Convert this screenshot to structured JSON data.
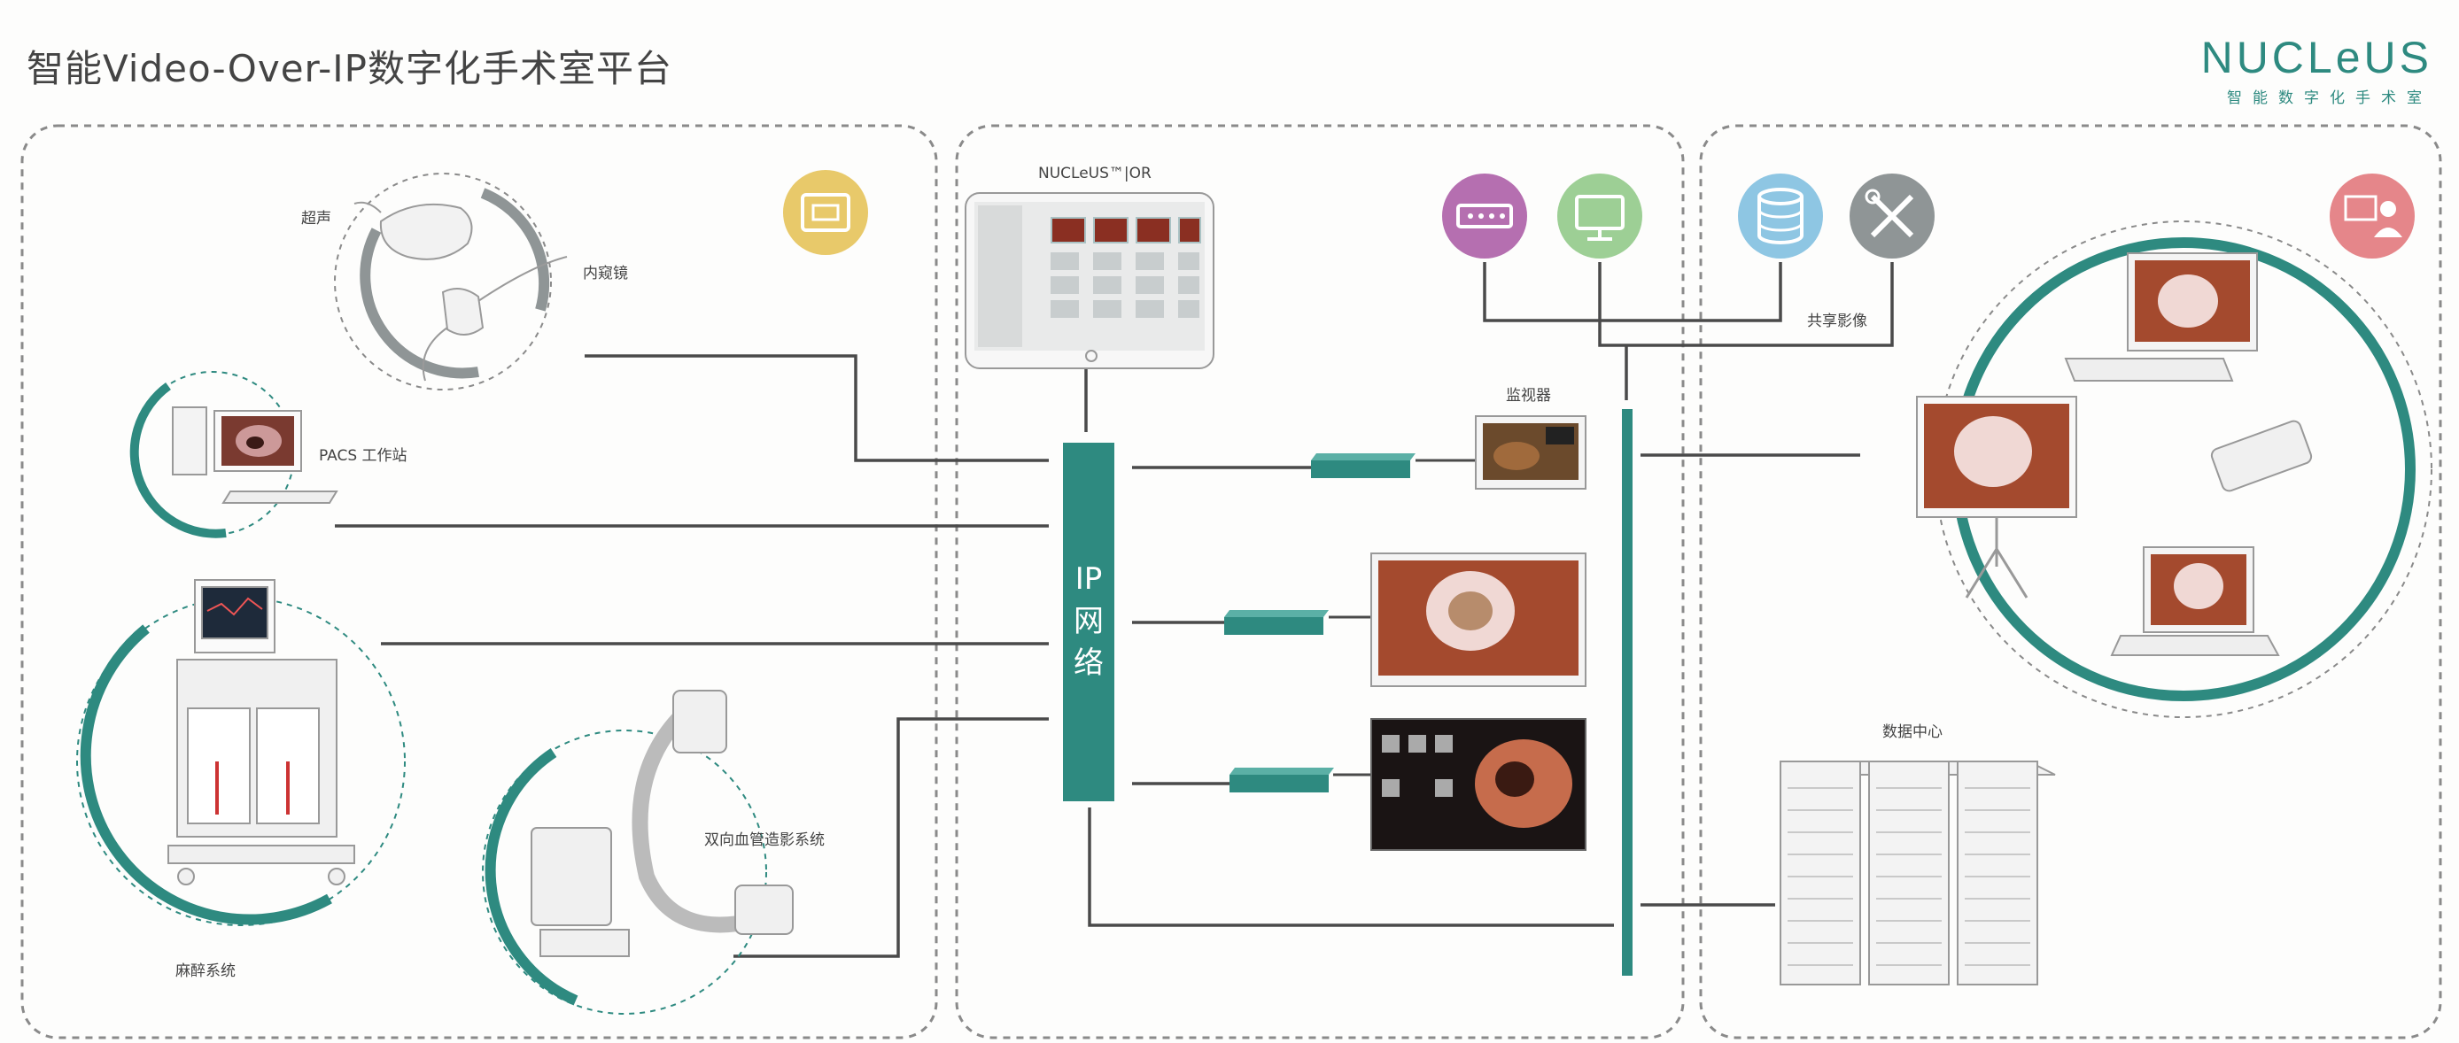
{
  "header": {
    "title": "智能Video-Over-IP数字化手术室平台",
    "brand": "NUCLeUS",
    "brand_sub": "智能数字化手术室"
  },
  "devices": {
    "ultrasound": "超声",
    "endoscope": "内窥镜",
    "pacs": "PACS 工作站",
    "anesthesia": "麻醉系统",
    "angiography": "双向血管造影系统"
  },
  "center": {
    "control_title": "NUCLeUS™|OR",
    "ip_line1": "IP",
    "ip_line2": "网",
    "ip_line3": "络",
    "monitor": "监视器"
  },
  "right": {
    "shared": "共享影像",
    "datacenter": "数据中心"
  },
  "icons": [
    "network-port-icon",
    "switch-icon",
    "display-icon",
    "database-icon",
    "tools-icon",
    "video-conference-icon"
  ],
  "colors": {
    "teal": "#2e8a80",
    "yellow": "#e8c96a",
    "purple": "#b56fb0",
    "green": "#9dcf95",
    "blue": "#8ec6e3",
    "gray": "#8f9596",
    "rose": "#e5868a",
    "line": "#4a4a4a"
  }
}
